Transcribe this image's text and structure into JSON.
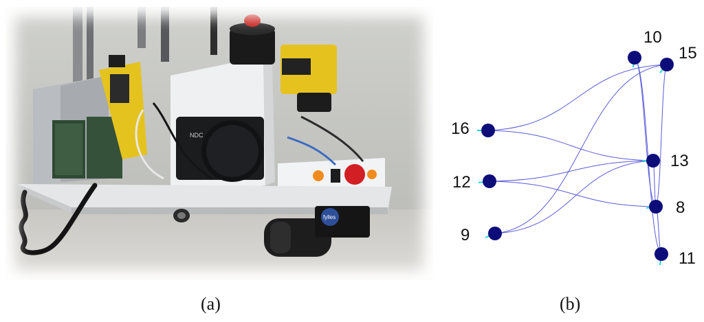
{
  "captions": {
    "a": "(a)",
    "b": "(b)"
  },
  "photo": {
    "controller_label": "NDC",
    "brand_label": "fylles"
  },
  "graph": {
    "nodes": [
      {
        "id": "10",
        "label": "10"
      },
      {
        "id": "15",
        "label": "15"
      },
      {
        "id": "16",
        "label": "16"
      },
      {
        "id": "13",
        "label": "13"
      },
      {
        "id": "12",
        "label": "12"
      },
      {
        "id": "8",
        "label": "8"
      },
      {
        "id": "9",
        "label": "9"
      },
      {
        "id": "11",
        "label": "11"
      }
    ],
    "edges": [
      [
        "16",
        "15"
      ],
      [
        "16",
        "13"
      ],
      [
        "12",
        "13"
      ],
      [
        "12",
        "8"
      ],
      [
        "9",
        "15"
      ],
      [
        "9",
        "13"
      ],
      [
        "10",
        "8"
      ],
      [
        "10",
        "11"
      ],
      [
        "15",
        "8"
      ],
      [
        "13",
        "8"
      ],
      [
        "8",
        "11"
      ]
    ],
    "colors": {
      "node": "#0d0d7a",
      "edge": "#5a5ad8",
      "heading": "#22d3d3"
    }
  }
}
